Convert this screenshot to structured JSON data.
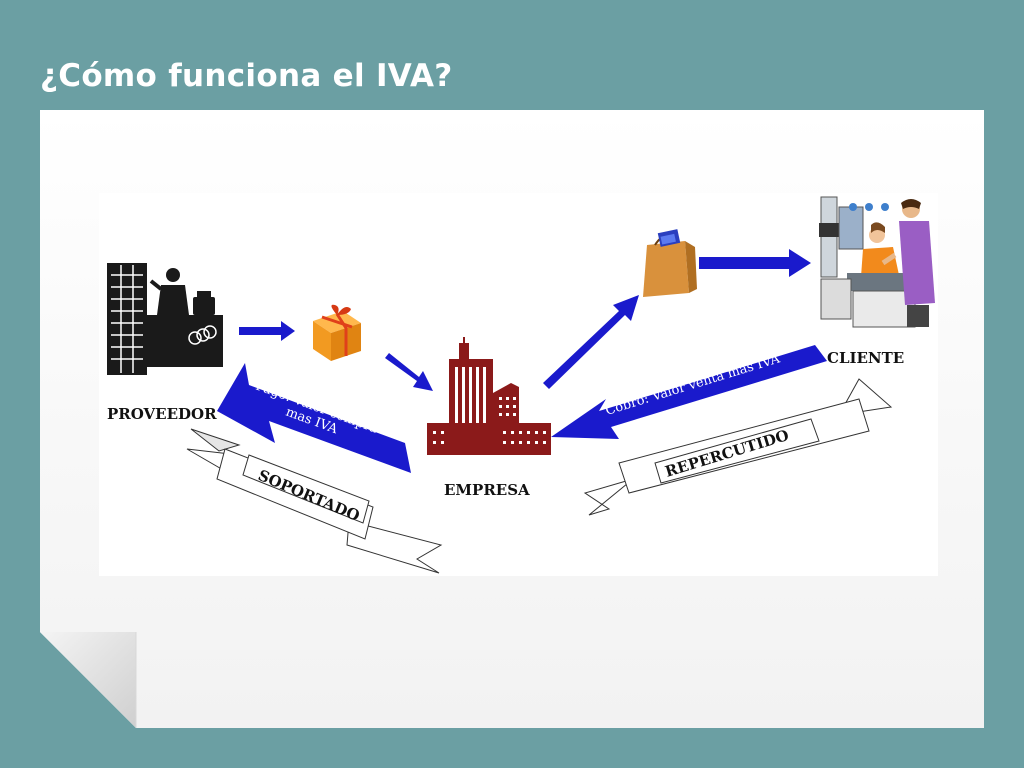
{
  "slide": {
    "title": "¿Cómo funciona el IVA?"
  },
  "diagram": {
    "nodes": {
      "proveedor": "PROVEEDOR",
      "empresa": "EMPRESA",
      "cliente": "CLIENTE"
    },
    "arrows": {
      "pago_line1": "Pago: Valor compra",
      "pago_line2": "mas IVA",
      "cobro": "Cobro: Valor venta mas IVA"
    },
    "ribbons": {
      "soportado": "SOPORTADO",
      "repercutido": "REPERCUTIDO"
    },
    "colors": {
      "background": "#6b9fa3",
      "arrow_blue": "#1a1acc",
      "building_red": "#8b1a1a"
    }
  }
}
